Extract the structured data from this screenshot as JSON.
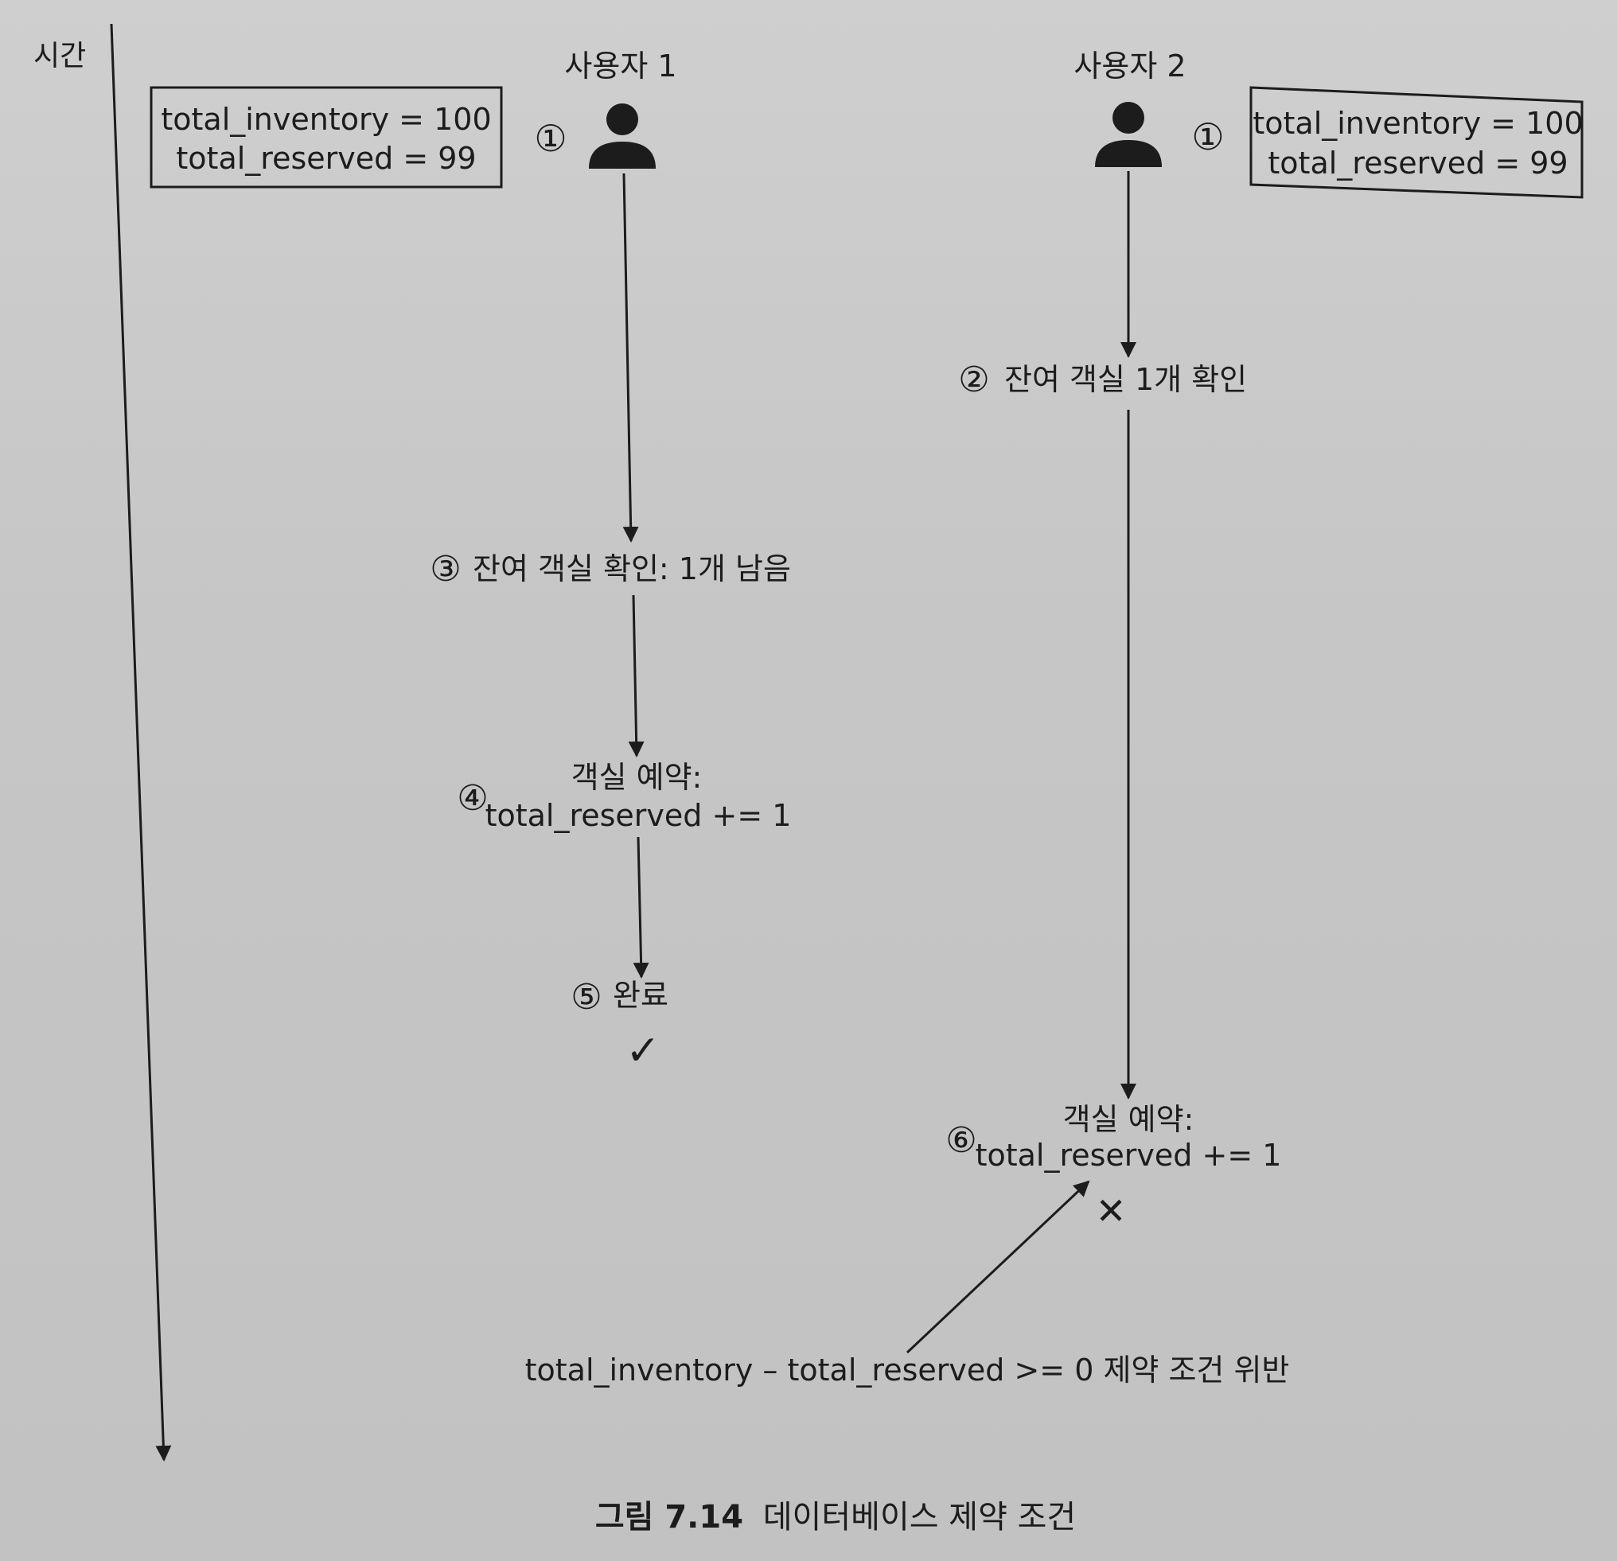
{
  "time_axis": {
    "label": "시간"
  },
  "user1": {
    "name": "사용자 1",
    "step_marker": "①",
    "state": [
      "total_inventory = 100",
      "total_reserved = 99"
    ]
  },
  "user2": {
    "name": "사용자 2",
    "step_marker": "①",
    "state": [
      "total_inventory = 100",
      "total_reserved = 99"
    ]
  },
  "steps": {
    "s2": {
      "marker": "②",
      "text": "잔여 객실 1개 확인"
    },
    "s3": {
      "marker": "③",
      "text": "잔여 객실 확인: 1개 남음"
    },
    "s4": {
      "marker": "④",
      "line1": "객실 예약:",
      "line2": "total_reserved += 1"
    },
    "s5": {
      "marker": "⑤",
      "text": "완료",
      "result_symbol": "✓"
    },
    "s6": {
      "marker": "⑥",
      "line1": "객실 예약:",
      "line2": "total_reserved += 1",
      "result_symbol": "✕"
    }
  },
  "constraint_note": "total_inventory – total_reserved >= 0 제약 조건 위반",
  "caption": {
    "number": "그림 7.14",
    "text": "데이터베이스 제약 조건"
  },
  "colors": {
    "ink": "#1c1c1c",
    "paper": "#c9c9c9"
  }
}
